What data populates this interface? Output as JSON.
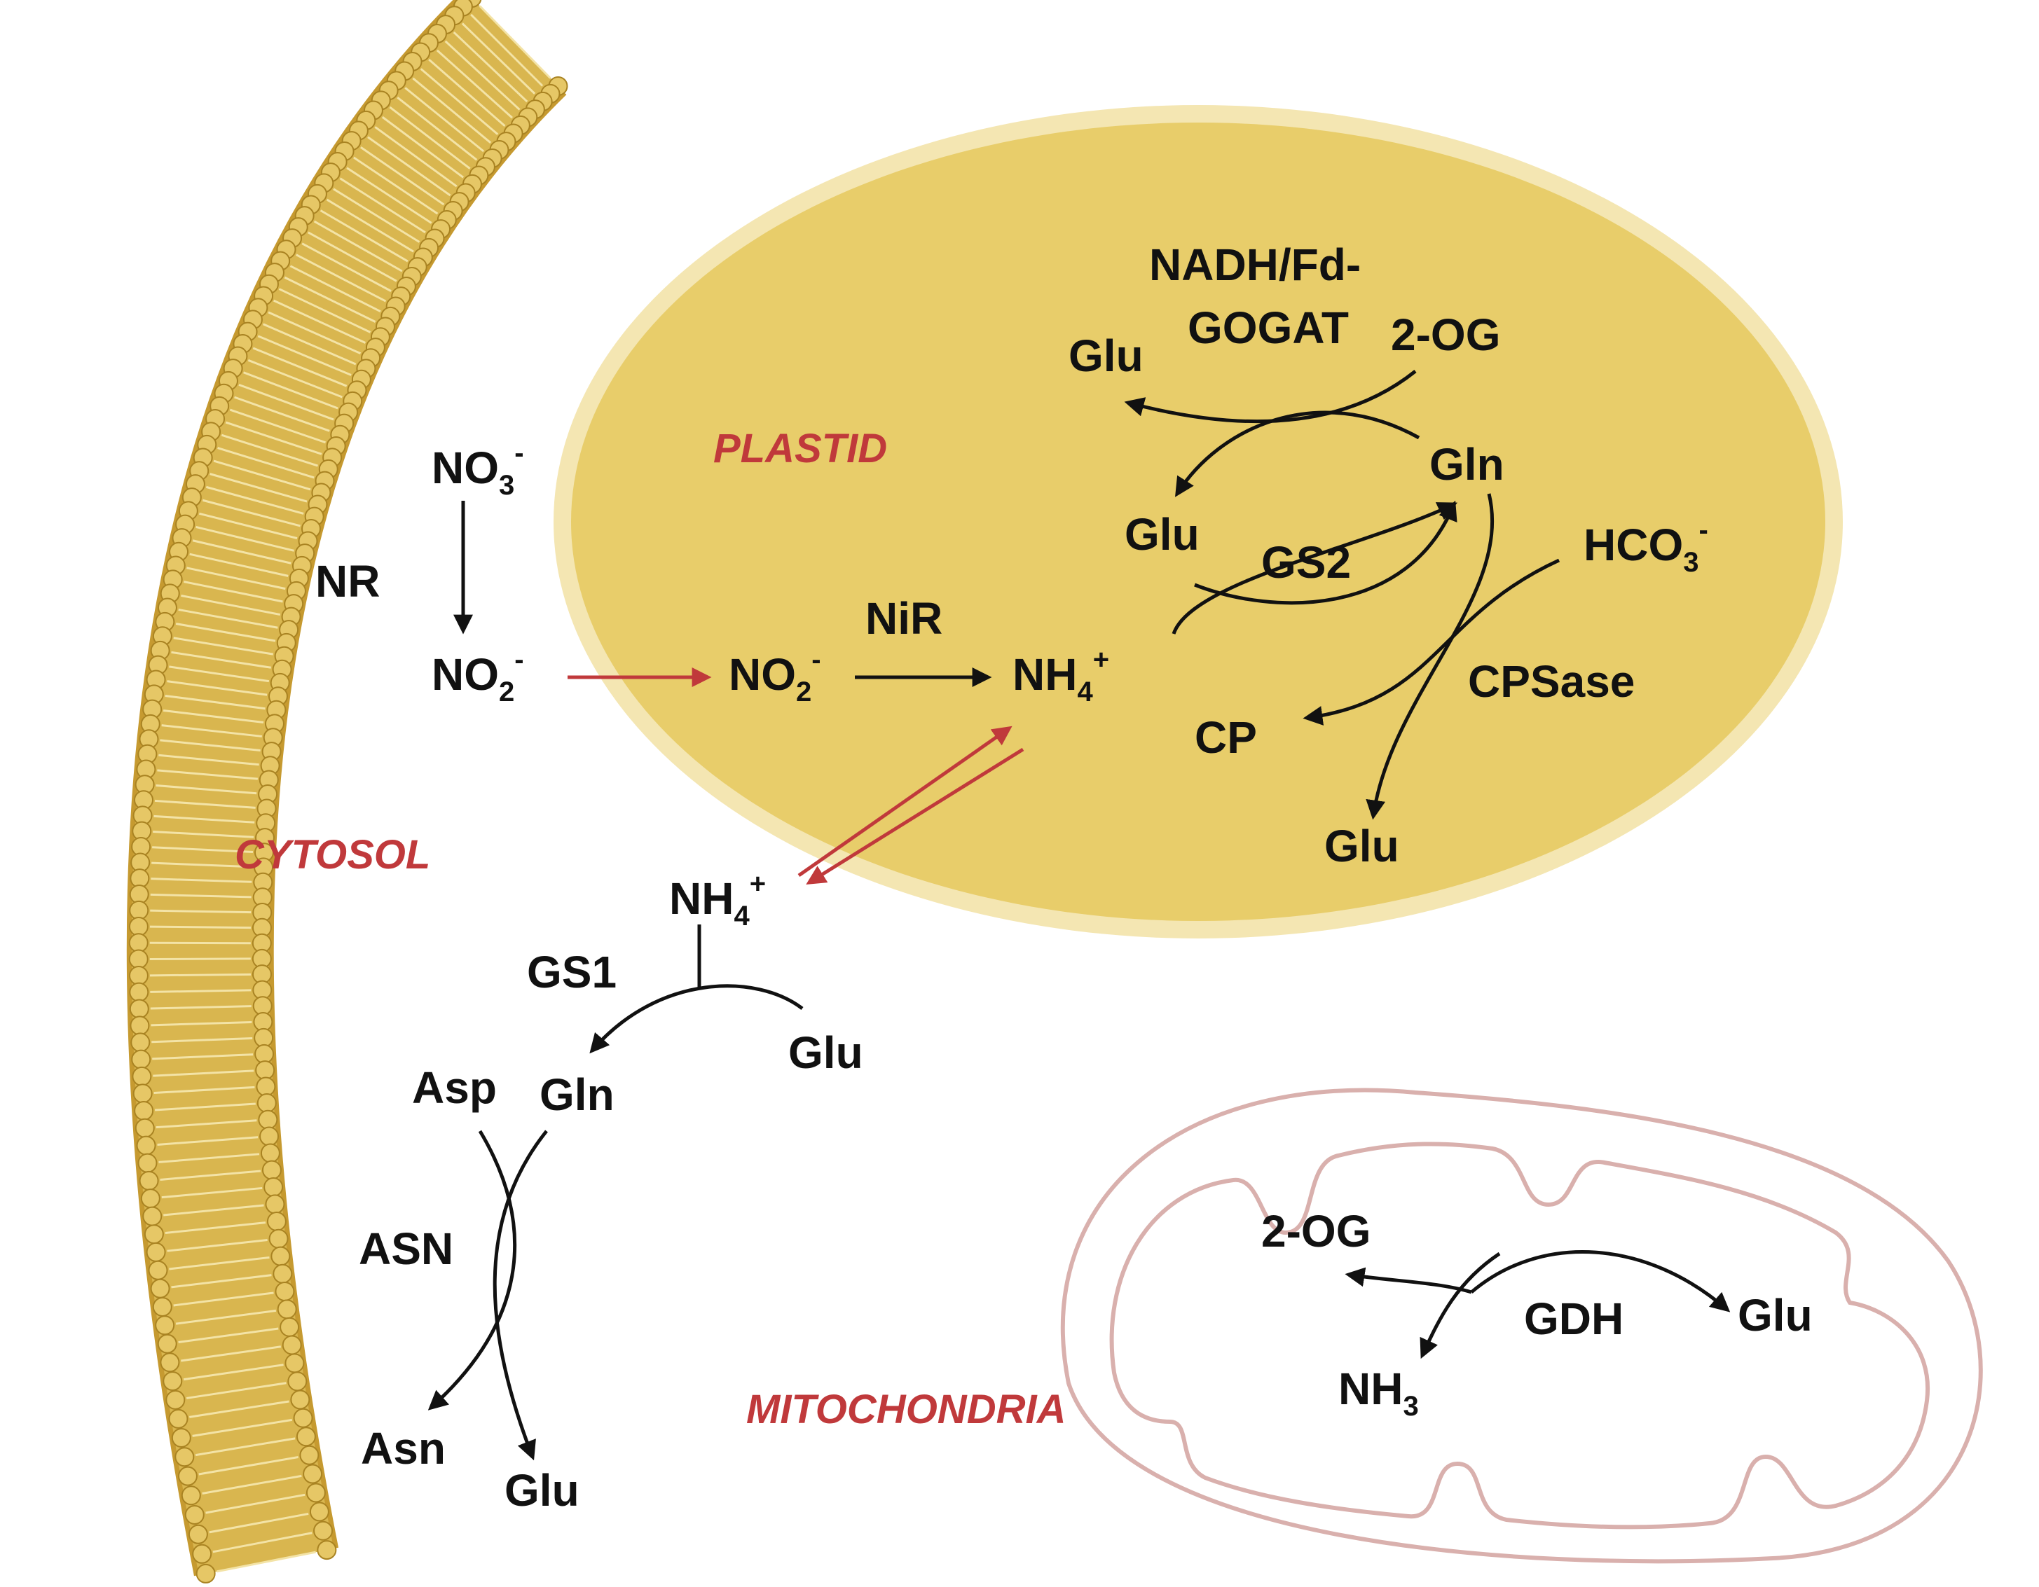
{
  "compartments": {
    "plastid": "PLASTID",
    "cytosol": "CYTOSOL",
    "mitochondria": "MITOCHONDRIA"
  },
  "molecules": {
    "no3": {
      "base": "NO",
      "sub": "3",
      "sup": "-"
    },
    "no2_cyt": {
      "base": "NO",
      "sub": "2",
      "sup": "-"
    },
    "no2_pl": {
      "base": "NO",
      "sub": "2",
      "sup": "-"
    },
    "nh4_pl": {
      "base": "NH",
      "sub": "4",
      "sup": "+"
    },
    "nh4_cyt": {
      "base": "NH",
      "sub": "4",
      "sup": "+"
    },
    "hco3": {
      "base": "HCO",
      "sub": "3",
      "sup": "-"
    },
    "nh3": {
      "base": "NH",
      "sub": "3",
      "sup": ""
    },
    "glu_top": "Glu",
    "glu_mid": "Glu",
    "gln_pl": "Gln",
    "twoog_pl": "2-OG",
    "cp": "CP",
    "glu_cps": "Glu",
    "gln_cyt": "Gln",
    "glu_cyt": "Glu",
    "asp": "Asp",
    "asn": "Asn",
    "glu_asn": "Glu",
    "twoog_mito": "2-OG",
    "glu_mito": "Glu"
  },
  "enzymes": {
    "nr": "NR",
    "nir": "NiR",
    "gogat_line1": "NADH/Fd-",
    "gogat_line2": "GOGAT",
    "gs2": "GS2",
    "cpsase": "CPSase",
    "gs1": "GS1",
    "asn": "ASN",
    "gdh": "GDH"
  },
  "colors": {
    "plastid_fill": "#e8cd6a",
    "plastid_halo": "#f4e6b2",
    "membrane": "#d4ad44",
    "mito_stroke": "#d9b0ad",
    "transport_arrow": "#c0393b",
    "reaction_arrow": "#111111",
    "label_red": "#c0393b"
  }
}
